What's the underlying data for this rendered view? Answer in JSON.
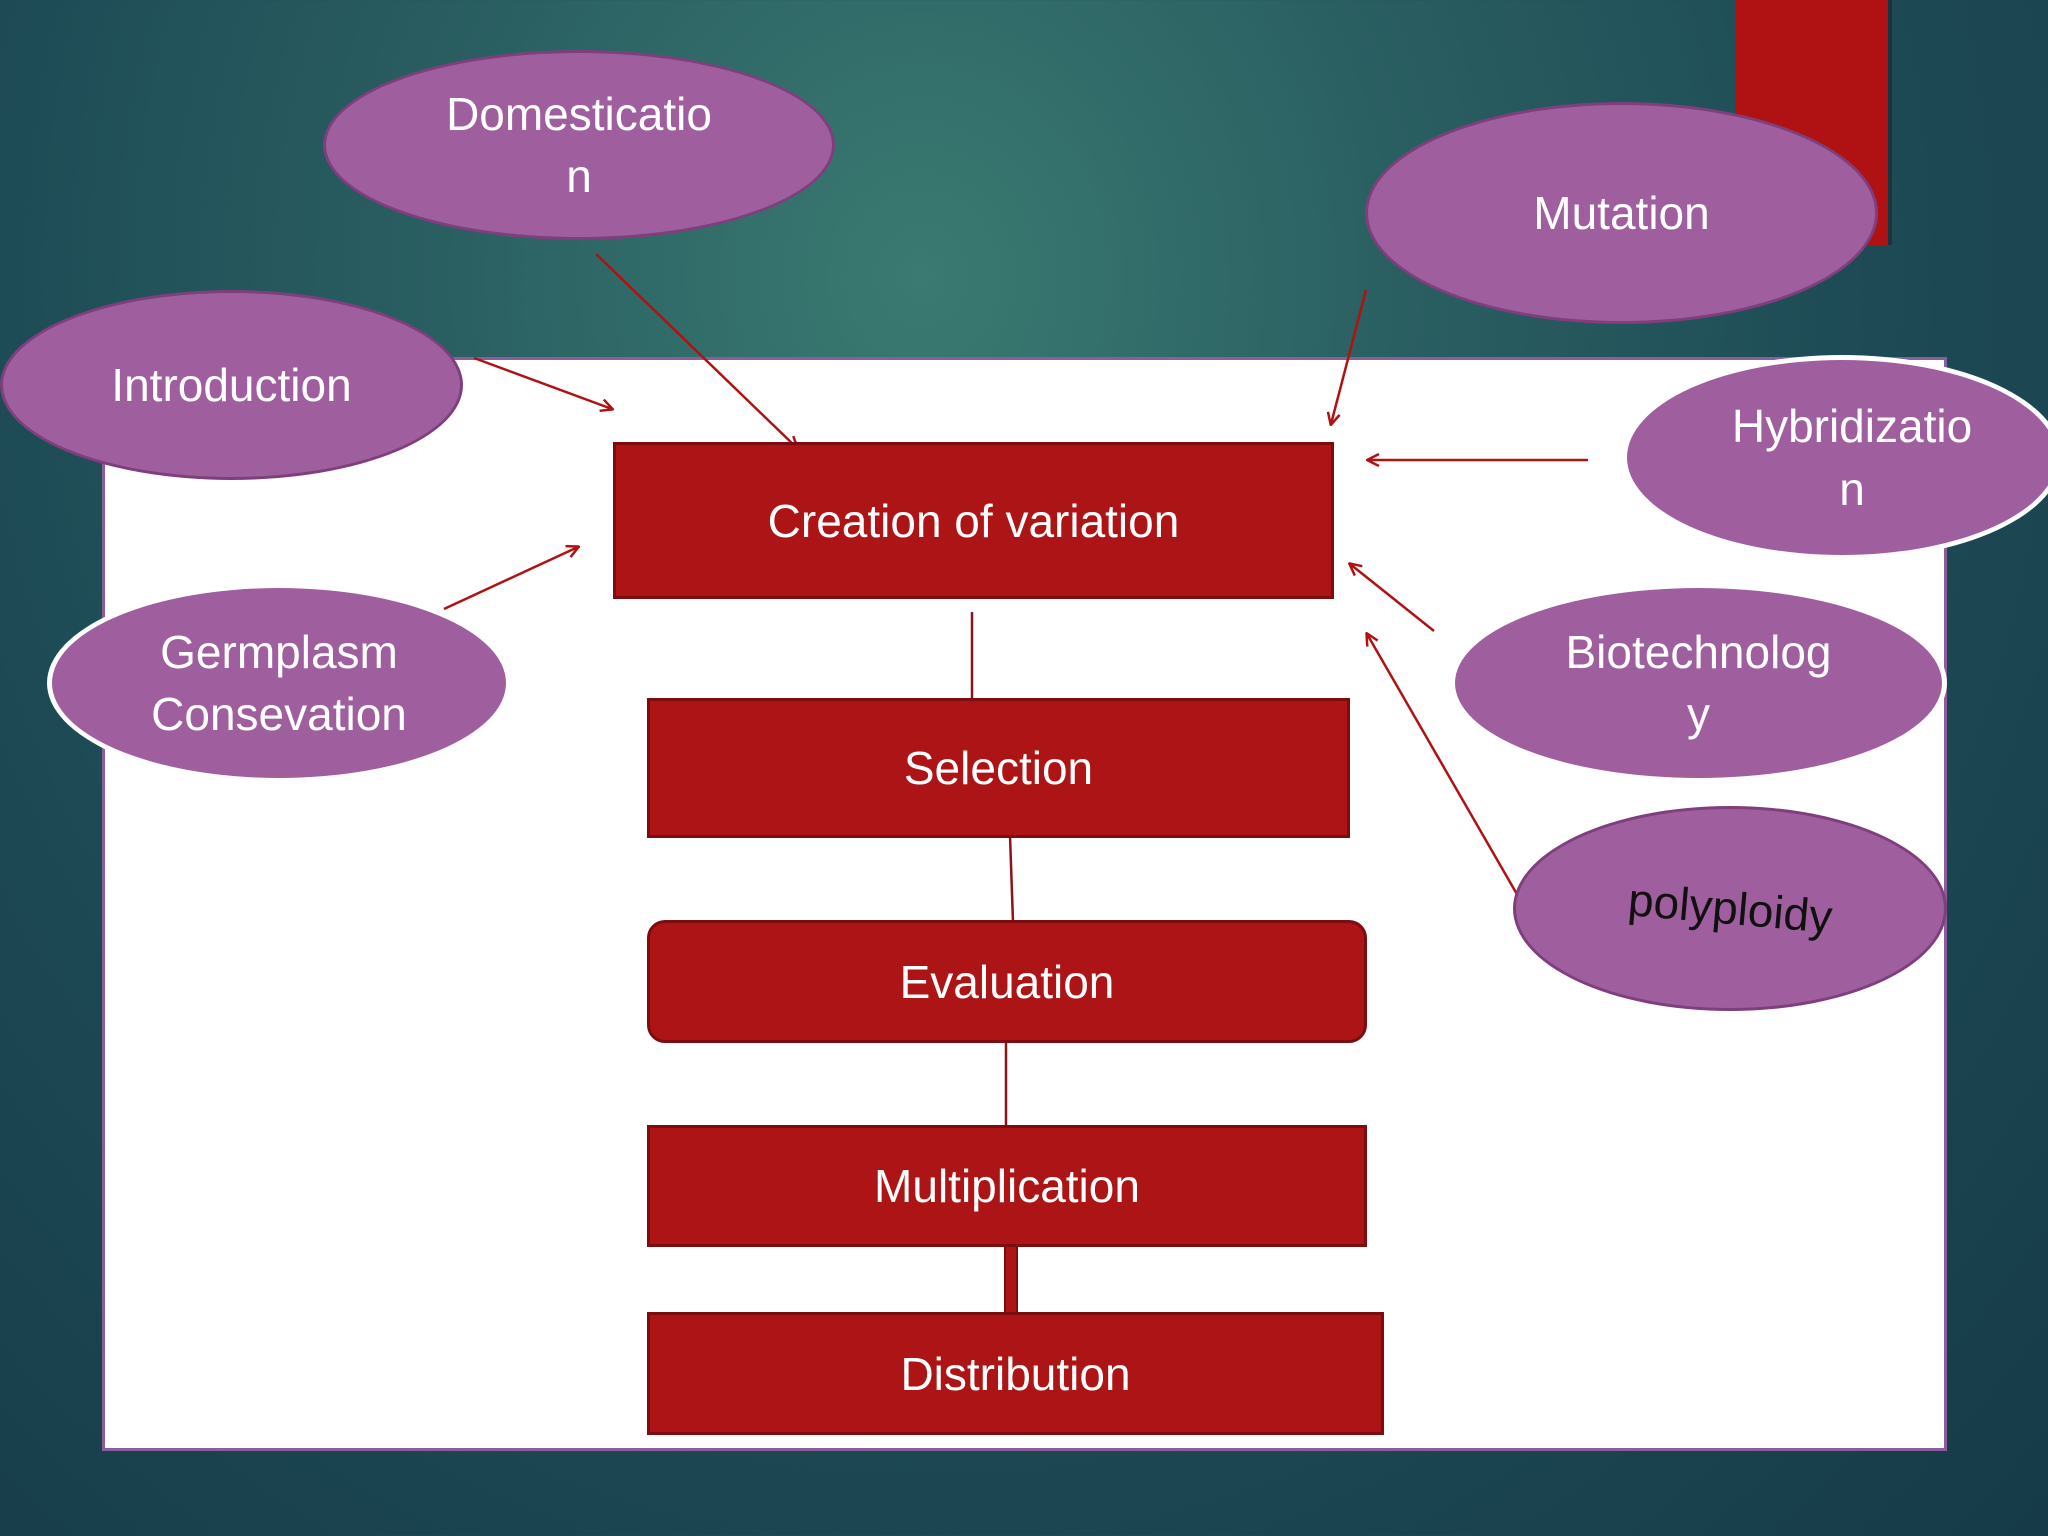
{
  "steps": {
    "creation": "Creation of variation",
    "selection": "Selection",
    "evaluation": "Evaluation",
    "multiplication": "Multiplication",
    "distribution": "Distribution"
  },
  "sources": {
    "domestication": "Domesticatio\nn",
    "mutation": "Mutation",
    "introduction": "Introduction",
    "hybridization": "Hybridizatio\nn",
    "germplasm": "Germplasm\nConsevation",
    "biotechnology": "Biotechnolog\ny",
    "polyploidy": "polyploidy"
  },
  "colors": {
    "box_fill": "#ad1415",
    "oval_fill": "#9f5f9e",
    "arrow": "#b01214",
    "accent_bar": "#b01214"
  }
}
